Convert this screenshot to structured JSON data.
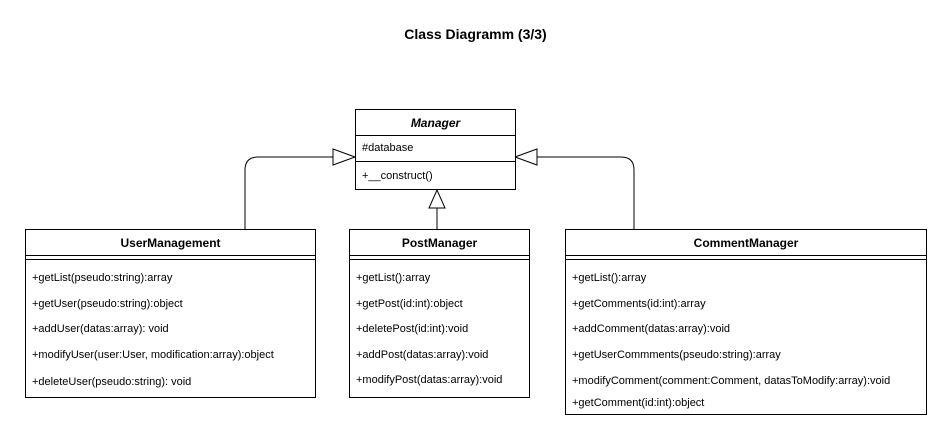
{
  "title": "Class Diagramm (3/3)",
  "classes": {
    "manager": {
      "name": "Manager",
      "attributes": [
        "#database"
      ],
      "methods": [
        "+__construct()"
      ]
    },
    "user_management": {
      "name": "UserManagement",
      "methods": [
        "+getList(pseudo:string):array",
        "+getUser(pseudo:string):object",
        "+addUser(datas:array): void",
        "+modifyUser(user:User, modification:array):object",
        "+deleteUser(pseudo:string): void"
      ]
    },
    "post_manager": {
      "name": "PostManager",
      "methods": [
        "+getList():array",
        "+getPost(id:int):object",
        "+deletePost(id:int):void",
        "+addPost(datas:array):void",
        "+modifyPost(datas:array):void"
      ]
    },
    "comment_manager": {
      "name": "CommentManager",
      "methods": [
        "+getList():array",
        "+getComments(id:int):array",
        "+addComment(datas:array):void",
        "+getUserCommments(pseudo:string):array",
        "+modifyComment(comment:Comment, datasToModify:array):void",
        "+getComment(id:int):object"
      ]
    }
  },
  "relations": [
    {
      "type": "inheritance",
      "from": "UserManagement",
      "to": "Manager"
    },
    {
      "type": "inheritance",
      "from": "PostManager",
      "to": "Manager"
    },
    {
      "type": "inheritance",
      "from": "CommentManager",
      "to": "Manager"
    }
  ]
}
